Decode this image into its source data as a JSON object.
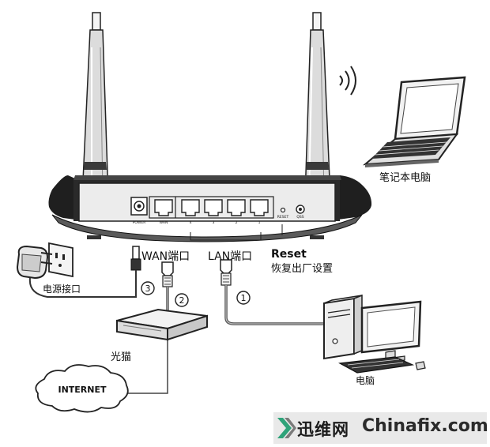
{
  "labels": {
    "laptop": "笔记本电脑",
    "wan_port": "WAN端口",
    "lan_port": "LAN端口",
    "reset_en": "Reset",
    "reset_cn": "恢复出厂设置",
    "power_port": "电源接口",
    "modem": "光猫",
    "computer": "电脑",
    "internet": "INTERNET"
  },
  "markers": {
    "one": "1",
    "two": "2",
    "three": "3"
  },
  "port_labels": {
    "power": "POWER",
    "wan": "WAN",
    "lan4": "4",
    "lan3": "3",
    "lan2": "2",
    "lan1": "1",
    "reset": "RESET",
    "qss": "QSS"
  },
  "watermark": {
    "cn": "迅维网",
    "en": "Chinafix.com",
    "accent": "#2fa37a"
  }
}
